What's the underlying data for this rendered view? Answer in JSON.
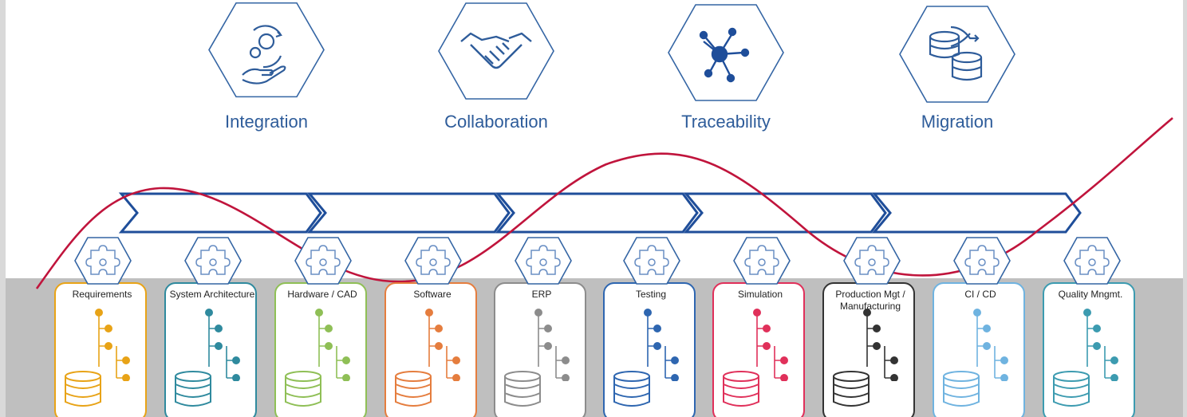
{
  "pillars": [
    {
      "label": "Integration",
      "icon": "integration-icon"
    },
    {
      "label": "Collaboration",
      "icon": "handshake-icon"
    },
    {
      "label": "Traceability",
      "icon": "network-icon"
    },
    {
      "label": "Migration",
      "icon": "database-shuffle-icon"
    }
  ],
  "tools": [
    {
      "label": "Requirements",
      "color": "#e8a317"
    },
    {
      "label": "System Architecture",
      "color": "#2f8a9e"
    },
    {
      "label": "Hardware / CAD",
      "color": "#8fbf56"
    },
    {
      "label": "Software",
      "color": "#e57d3e"
    },
    {
      "label": "ERP",
      "color": "#8c8c8c"
    },
    {
      "label": "Testing",
      "color": "#2e66b0"
    },
    {
      "label": "Simulation",
      "color": "#e0305a"
    },
    {
      "label": "Production Mgt / Manufacturing",
      "color": "#333333"
    },
    {
      "label": "CI / CD",
      "color": "#6fb3e0"
    },
    {
      "label": "Quality Mngmt.",
      "color": "#3c9bb0"
    }
  ],
  "colors": {
    "pillar_outline": "#3465a4",
    "chevron_outline": "#1f4e9a",
    "wave": "#c0143c",
    "band": "#bfbfbf",
    "badge_outline": "#3465a4"
  }
}
